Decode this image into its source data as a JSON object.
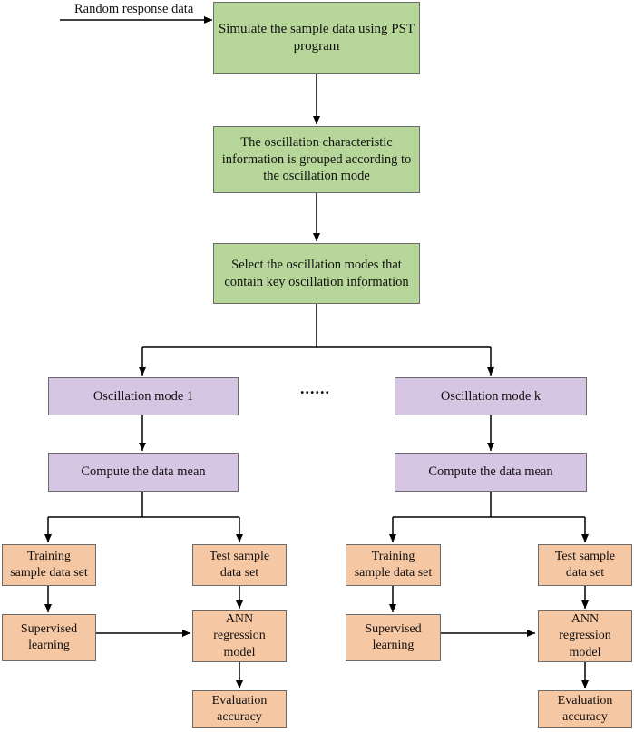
{
  "input_label": "Random response data",
  "steps": {
    "simulate": "Simulate the sample data using PST\nprogram",
    "group": "The oscillation characteristic\ninformation is grouped according to\nthe oscillation mode",
    "select": "Select the oscillation modes that\ncontain key oscillation information"
  },
  "ellipsis": "......",
  "branches": [
    {
      "mode": "Oscillation mode 1",
      "mean": "Compute the data mean",
      "training": "Training\nsample data set",
      "test": "Test sample\ndata set",
      "supervised": "Supervised\nlearning",
      "ann": "ANN\nregression\nmodel",
      "evaluation": "Evaluation\naccuracy"
    },
    {
      "mode": "Oscillation mode k",
      "mean": "Compute the data mean",
      "training": "Training\nsample data set",
      "test": "Test sample\ndata set",
      "supervised": "Supervised\nlearning",
      "ann": "ANN\nregression\nmodel",
      "evaluation": "Evaluation\naccuracy"
    }
  ],
  "colors": {
    "process": "#b7d79a",
    "mode": "#d7c6e3",
    "ml": "#f6c7a3",
    "border": "#6b6b6b",
    "line": "#000000"
  }
}
